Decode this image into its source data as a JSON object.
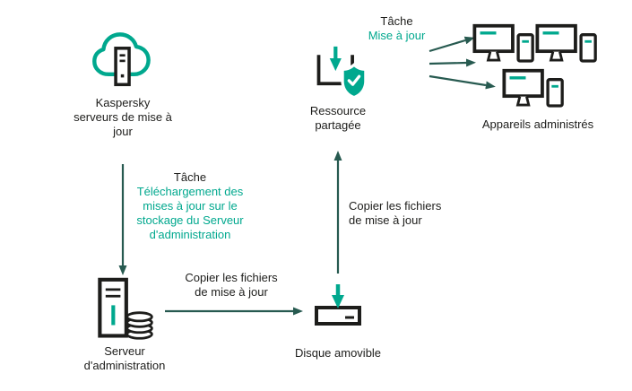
{
  "colors": {
    "accent_teal": "#00A88E",
    "text_dark": "#1D1D1B",
    "arrow_green": "#275A50"
  },
  "nodes": {
    "update_servers": {
      "icon": "cloud-server-icon",
      "label_lines": [
        "Kaspersky",
        "serveurs de mise à",
        "jour"
      ]
    },
    "admin_server": {
      "icon": "server-database-icon",
      "label_lines": [
        "Serveur",
        "d'administration"
      ]
    },
    "removable_disk": {
      "icon": "removable-drive-icon",
      "label": "Disque amovible"
    },
    "shared_resource": {
      "icon": "shared-folder-shield-icon",
      "label_lines": [
        "Ressource",
        "partagée"
      ]
    },
    "managed_devices": {
      "icon": "monitor-phone-icon",
      "label": "Appareils administrés"
    }
  },
  "annotations": {
    "update_task": {
      "title": "Tâche",
      "body": "Mise à jour"
    },
    "download_task": {
      "title": "Tâche",
      "body_lines": [
        "Téléchargement des",
        "mises à jour sur le",
        "stockage du Serveur",
        "d'administration"
      ]
    },
    "copy_to_disk_lines": [
      "Copier les fichiers",
      "de mise à jour"
    ],
    "copy_to_share_lines": [
      "Copier les fichiers",
      "de mise à jour"
    ]
  }
}
